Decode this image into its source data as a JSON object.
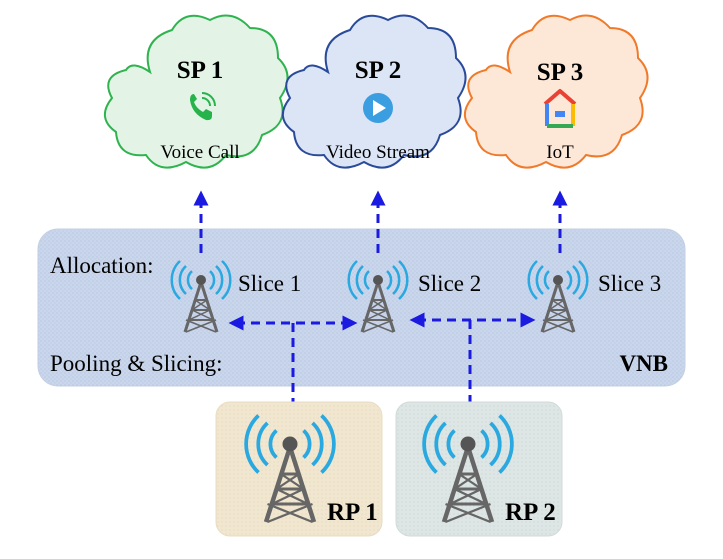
{
  "providers": [
    {
      "title": "SP 1",
      "service": "Voice Call",
      "icon": "phone-icon",
      "color": "#27b34b"
    },
    {
      "title": "SP 2",
      "service": "Video Stream",
      "icon": "play-icon",
      "color": "#3a9ee0"
    },
    {
      "title": "SP 3",
      "service": "IoT",
      "icon": "google-home-icon",
      "color": "#f07a2a"
    }
  ],
  "vnb": {
    "allocation_label": "Allocation:",
    "pooling_label": "Pooling & Slicing:",
    "name": "VNB",
    "slices": [
      "Slice 1",
      "Slice  2",
      "Slice 3"
    ]
  },
  "resource_providers": [
    {
      "label": "RP 1"
    },
    {
      "label": "RP 2"
    }
  ],
  "colors": {
    "arrow": "#1a1ae0",
    "vnb_fill": "#c9d6ec",
    "rp1_fill": "#f1e6cf",
    "rp2_fill": "#dde6e4",
    "tower": "#666666",
    "waves": "#2aa8e0"
  }
}
